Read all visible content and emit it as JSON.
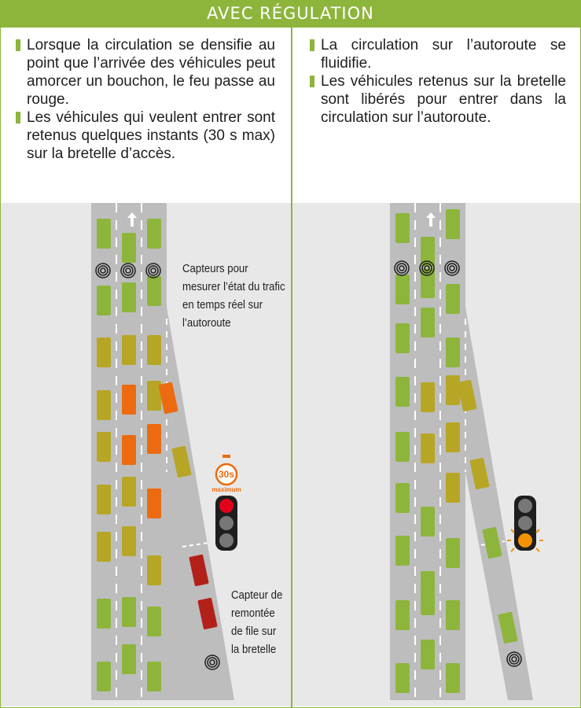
{
  "banner": {
    "title": "AVEC RÉGULATION"
  },
  "left": {
    "bullets": [
      "Lorsque la circulation se densifie au point que l’arrivée des véhicules peut amorcer un bouchon, le feu passe au rouge.",
      "Les véhicules qui veulent entrer sont retenus quelques instants (30 s max) sur la bretelle d’accès."
    ],
    "note_sensors": "Capteurs pour mesurer l’état du trafic en temps réel sur l’autoroute",
    "note_ramp": "Capteur de remontée de file sur la bretelle",
    "timer_value": "30s",
    "timer_label": "maximum",
    "signal_state": "red"
  },
  "right": {
    "bullets": [
      "La circulation sur l’autoroute se fluidifie.",
      "Les véhicules retenus sur la bretelle sont libérés pour entrer dans la circulation sur l’autoroute."
    ],
    "signal_state": "amber"
  },
  "colors": {
    "accent": "#8db53c",
    "car_green": "#8db53c",
    "car_olive": "#b7a626",
    "car_orange": "#ec6b10",
    "car_red": "#b3201a",
    "light_red": "#e3001b",
    "light_amber": "#f39200",
    "timer_orange": "#ec6b10"
  }
}
